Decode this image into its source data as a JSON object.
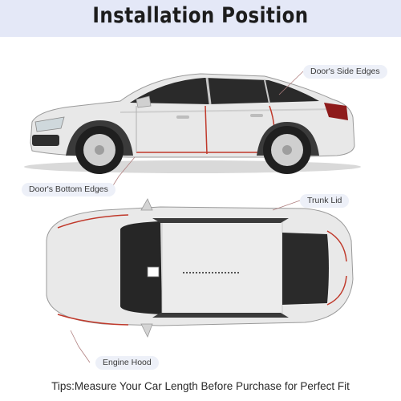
{
  "header": {
    "title": "Installation Position"
  },
  "callouts": {
    "side_edges": "Door's Side Edges",
    "bottom_edges": "Door's Bottom Edges",
    "trunk_lid": "Trunk Lid",
    "engine_hood": "Engine Hood"
  },
  "footer": {
    "tips": "Tips:Measure Your Car Length Before Purchase for Perfect Fit"
  },
  "colors": {
    "banner": "#e4e8f7",
    "seal_line": "#c0392b",
    "car_body": "#e6e6e6",
    "glass": "#2b2b2b"
  }
}
